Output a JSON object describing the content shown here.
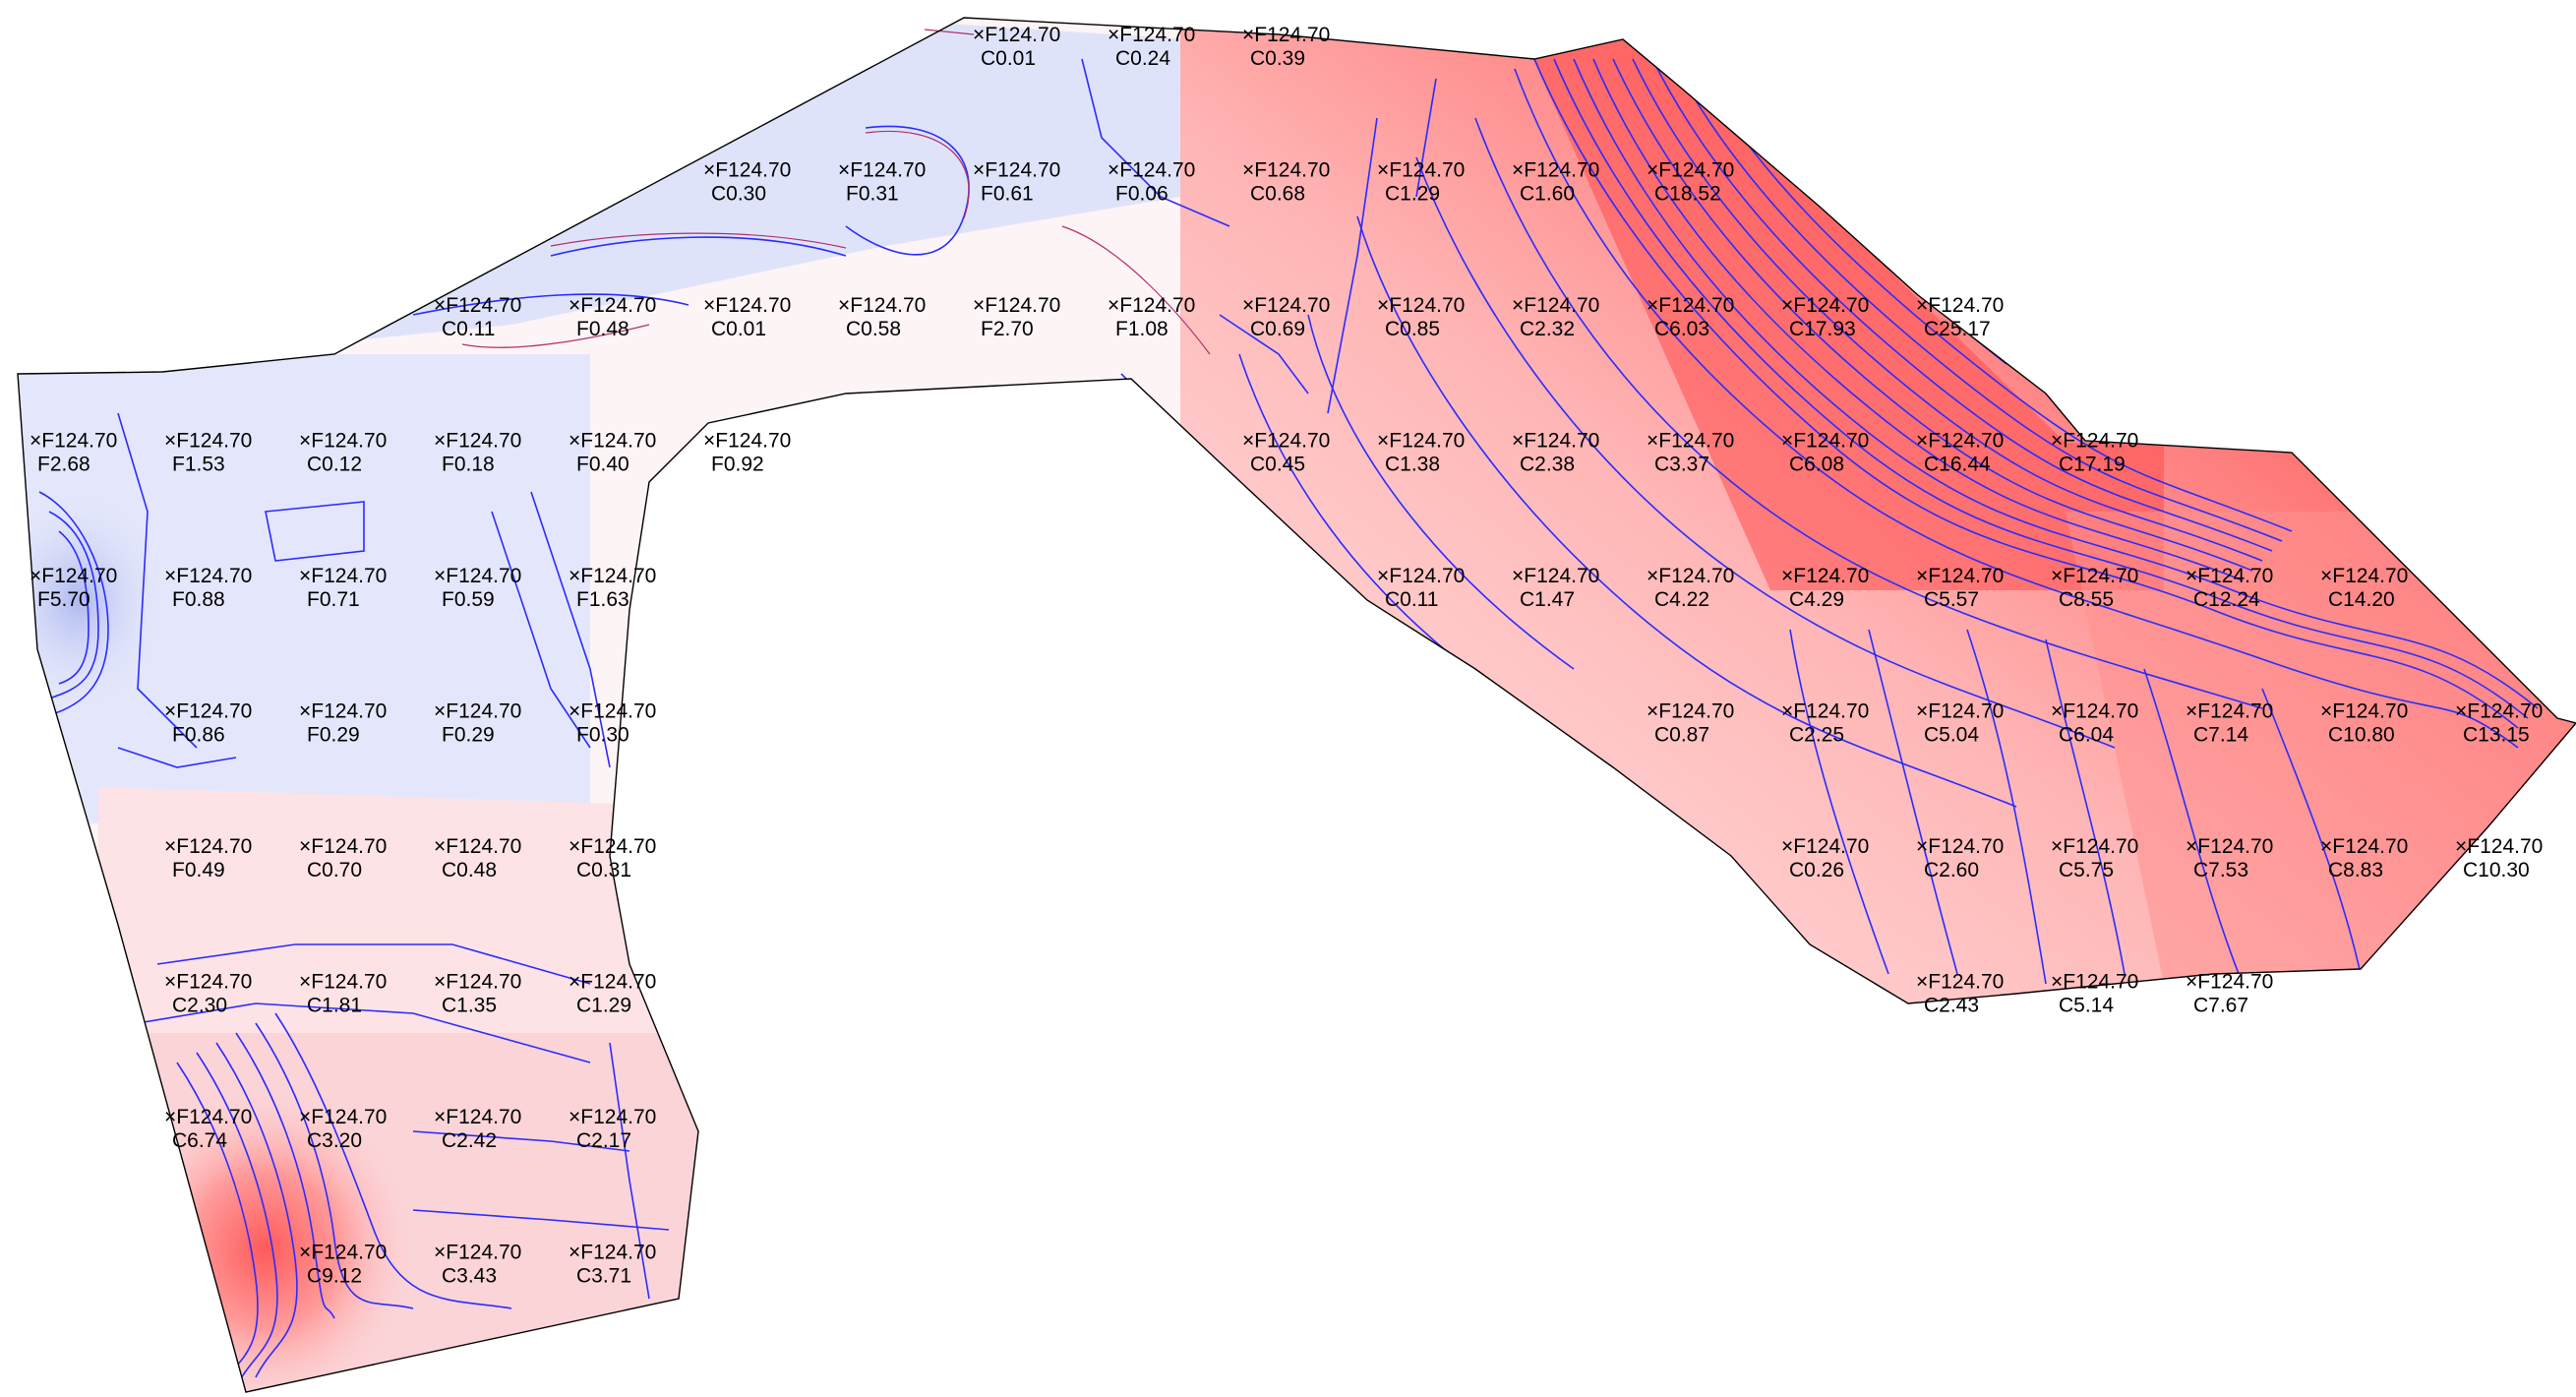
{
  "map": {
    "design_elevation_prefix": "F",
    "colors": {
      "fill_zone": "#dfe3fa",
      "cut_low": "#fff4f4",
      "cut_high": "#ff1a1a",
      "contour": "#2b2bff",
      "boundary": "#000000"
    },
    "grid_points": [
      {
        "id": "r0c7",
        "row": 0,
        "col": 7,
        "top": "×F124.70",
        "bottom": "C0.01",
        "type": "cut",
        "depth": 0.01
      },
      {
        "id": "r0c8",
        "row": 0,
        "col": 8,
        "top": "×F124.70",
        "bottom": "C0.24",
        "type": "cut",
        "depth": 0.24
      },
      {
        "id": "r0c9",
        "row": 0,
        "col": 9,
        "top": "×F124.70",
        "bottom": "C0.39",
        "type": "cut",
        "depth": 0.39
      },
      {
        "id": "r1c5",
        "row": 1,
        "col": 5,
        "top": "×F124.70",
        "bottom": "C0.30",
        "type": "cut",
        "depth": 0.3
      },
      {
        "id": "r1c6",
        "row": 1,
        "col": 6,
        "top": "×F124.70",
        "bottom": "F0.31",
        "type": "fill",
        "depth": 0.31
      },
      {
        "id": "r1c7",
        "row": 1,
        "col": 7,
        "top": "×F124.70",
        "bottom": "F0.61",
        "type": "fill",
        "depth": 0.61
      },
      {
        "id": "r1c8",
        "row": 1,
        "col": 8,
        "top": "×F124.70",
        "bottom": "F0.06",
        "type": "fill",
        "depth": 0.06
      },
      {
        "id": "r1c9",
        "row": 1,
        "col": 9,
        "top": "×F124.70",
        "bottom": "C0.68",
        "type": "cut",
        "depth": 0.68
      },
      {
        "id": "r1c10",
        "row": 1,
        "col": 10,
        "top": "×F124.70",
        "bottom": "C1.29",
        "type": "cut",
        "depth": 1.29
      },
      {
        "id": "r1c11",
        "row": 1,
        "col": 11,
        "top": "×F124.70",
        "bottom": "C1.60",
        "type": "cut",
        "depth": 1.6
      },
      {
        "id": "r1c12",
        "row": 1,
        "col": 12,
        "top": "×F124.70",
        "bottom": "C18.52",
        "type": "cut",
        "depth": 18.52
      },
      {
        "id": "r2c3",
        "row": 2,
        "col": 3,
        "top": "×F124.70",
        "bottom": "C0.11",
        "type": "cut",
        "depth": 0.11
      },
      {
        "id": "r2c4",
        "row": 2,
        "col": 4,
        "top": "×F124.70",
        "bottom": "F0.48",
        "type": "fill",
        "depth": 0.48
      },
      {
        "id": "r2c5",
        "row": 2,
        "col": 5,
        "top": "×F124.70",
        "bottom": "C0.01",
        "type": "cut",
        "depth": 0.01
      },
      {
        "id": "r2c6",
        "row": 2,
        "col": 6,
        "top": "×F124.70",
        "bottom": "C0.58",
        "type": "cut",
        "depth": 0.58
      },
      {
        "id": "r2c7",
        "row": 2,
        "col": 7,
        "top": "×F124.70",
        "bottom": "F2.70",
        "type": "fill",
        "depth": 2.7
      },
      {
        "id": "r2c8",
        "row": 2,
        "col": 8,
        "top": "×F124.70",
        "bottom": "F1.08",
        "type": "fill",
        "depth": 1.08
      },
      {
        "id": "r2c9",
        "row": 2,
        "col": 9,
        "top": "×F124.70",
        "bottom": "C0.69",
        "type": "cut",
        "depth": 0.69
      },
      {
        "id": "r2c10",
        "row": 2,
        "col": 10,
        "top": "×F124.70",
        "bottom": "C0.85",
        "type": "cut",
        "depth": 0.85
      },
      {
        "id": "r2c11",
        "row": 2,
        "col": 11,
        "top": "×F124.70",
        "bottom": "C2.32",
        "type": "cut",
        "depth": 2.32
      },
      {
        "id": "r2c12",
        "row": 2,
        "col": 12,
        "top": "×F124.70",
        "bottom": "C6.03",
        "type": "cut",
        "depth": 6.03
      },
      {
        "id": "r2c13",
        "row": 2,
        "col": 13,
        "top": "×F124.70",
        "bottom": "C17.93",
        "type": "cut",
        "depth": 17.93
      },
      {
        "id": "r2c14",
        "row": 2,
        "col": 14,
        "top": "×F124.70",
        "bottom": "C25.17",
        "type": "cut",
        "depth": 25.17
      },
      {
        "id": "r3c0",
        "row": 3,
        "col": 0,
        "top": "×F124.70",
        "bottom": "F2.68",
        "type": "fill",
        "depth": 2.68
      },
      {
        "id": "r3c1",
        "row": 3,
        "col": 1,
        "top": "×F124.70",
        "bottom": "F1.53",
        "type": "fill",
        "depth": 1.53
      },
      {
        "id": "r3c2",
        "row": 3,
        "col": 2,
        "top": "×F124.70",
        "bottom": "C0.12",
        "type": "cut",
        "depth": 0.12
      },
      {
        "id": "r3c3",
        "row": 3,
        "col": 3,
        "top": "×F124.70",
        "bottom": "F0.18",
        "type": "fill",
        "depth": 0.18
      },
      {
        "id": "r3c4",
        "row": 3,
        "col": 4,
        "top": "×F124.70",
        "bottom": "F0.40",
        "type": "fill",
        "depth": 0.4
      },
      {
        "id": "r3c5",
        "row": 3,
        "col": 5,
        "top": "×F124.70",
        "bottom": "F0.92",
        "type": "fill",
        "depth": 0.92
      },
      {
        "id": "r3c9",
        "row": 3,
        "col": 9,
        "top": "×F124.70",
        "bottom": "C0.45",
        "type": "cut",
        "depth": 0.45
      },
      {
        "id": "r3c10",
        "row": 3,
        "col": 10,
        "top": "×F124.70",
        "bottom": "C1.38",
        "type": "cut",
        "depth": 1.38
      },
      {
        "id": "r3c11",
        "row": 3,
        "col": 11,
        "top": "×F124.70",
        "bottom": "C2.38",
        "type": "cut",
        "depth": 2.38
      },
      {
        "id": "r3c12",
        "row": 3,
        "col": 12,
        "top": "×F124.70",
        "bottom": "C3.37",
        "type": "cut",
        "depth": 3.37
      },
      {
        "id": "r3c13",
        "row": 3,
        "col": 13,
        "top": "×F124.70",
        "bottom": "C6.08",
        "type": "cut",
        "depth": 6.08
      },
      {
        "id": "r3c14",
        "row": 3,
        "col": 14,
        "top": "×F124.70",
        "bottom": "C16.44",
        "type": "cut",
        "depth": 16.44
      },
      {
        "id": "r3c15",
        "row": 3,
        "col": 15,
        "top": "×F124.70",
        "bottom": "C17.19",
        "type": "cut",
        "depth": 17.19
      },
      {
        "id": "r4c0",
        "row": 4,
        "col": 0,
        "top": "×F124.70",
        "bottom": "F5.70",
        "type": "fill",
        "depth": 5.7
      },
      {
        "id": "r4c1",
        "row": 4,
        "col": 1,
        "top": "×F124.70",
        "bottom": "F0.88",
        "type": "fill",
        "depth": 0.88
      },
      {
        "id": "r4c2",
        "row": 4,
        "col": 2,
        "top": "×F124.70",
        "bottom": "F0.71",
        "type": "fill",
        "depth": 0.71
      },
      {
        "id": "r4c3",
        "row": 4,
        "col": 3,
        "top": "×F124.70",
        "bottom": "F0.59",
        "type": "fill",
        "depth": 0.59
      },
      {
        "id": "r4c4",
        "row": 4,
        "col": 4,
        "top": "×F124.70",
        "bottom": "F1.63",
        "type": "fill",
        "depth": 1.63
      },
      {
        "id": "r4c10",
        "row": 4,
        "col": 10,
        "top": "×F124.70",
        "bottom": "C0.11",
        "type": "cut",
        "depth": 0.11
      },
      {
        "id": "r4c11",
        "row": 4,
        "col": 11,
        "top": "×F124.70",
        "bottom": "C1.47",
        "type": "cut",
        "depth": 1.47
      },
      {
        "id": "r4c12",
        "row": 4,
        "col": 12,
        "top": "×F124.70",
        "bottom": "C4.22",
        "type": "cut",
        "depth": 4.22
      },
      {
        "id": "r4c13",
        "row": 4,
        "col": 13,
        "top": "×F124.70",
        "bottom": "C4.29",
        "type": "cut",
        "depth": 4.29
      },
      {
        "id": "r4c14",
        "row": 4,
        "col": 14,
        "top": "×F124.70",
        "bottom": "C5.57",
        "type": "cut",
        "depth": 5.57
      },
      {
        "id": "r4c15",
        "row": 4,
        "col": 15,
        "top": "×F124.70",
        "bottom": "C8.55",
        "type": "cut",
        "depth": 8.55
      },
      {
        "id": "r4c16",
        "row": 4,
        "col": 16,
        "top": "×F124.70",
        "bottom": "C12.24",
        "type": "cut",
        "depth": 12.24
      },
      {
        "id": "r4c17",
        "row": 4,
        "col": 17,
        "top": "×F124.70",
        "bottom": "C14.20",
        "type": "cut",
        "depth": 14.2
      },
      {
        "id": "r5c1",
        "row": 5,
        "col": 1,
        "top": "×F124.70",
        "bottom": "F0.86",
        "type": "fill",
        "depth": 0.86
      },
      {
        "id": "r5c2",
        "row": 5,
        "col": 2,
        "top": "×F124.70",
        "bottom": "F0.29",
        "type": "fill",
        "depth": 0.29
      },
      {
        "id": "r5c3",
        "row": 5,
        "col": 3,
        "top": "×F124.70",
        "bottom": "F0.29",
        "type": "fill",
        "depth": 0.29
      },
      {
        "id": "r5c4",
        "row": 5,
        "col": 4,
        "top": "×F124.70",
        "bottom": "F0.30",
        "type": "fill",
        "depth": 0.3
      },
      {
        "id": "r5c12",
        "row": 5,
        "col": 12,
        "top": "×F124.70",
        "bottom": "C0.87",
        "type": "cut",
        "depth": 0.87
      },
      {
        "id": "r5c13",
        "row": 5,
        "col": 13,
        "top": "×F124.70",
        "bottom": "C2.25",
        "type": "cut",
        "depth": 2.25
      },
      {
        "id": "r5c14",
        "row": 5,
        "col": 14,
        "top": "×F124.70",
        "bottom": "C5.04",
        "type": "cut",
        "depth": 5.04
      },
      {
        "id": "r5c15",
        "row": 5,
        "col": 15,
        "top": "×F124.70",
        "bottom": "C6.04",
        "type": "cut",
        "depth": 6.04
      },
      {
        "id": "r5c16",
        "row": 5,
        "col": 16,
        "top": "×F124.70",
        "bottom": "C7.14",
        "type": "cut",
        "depth": 7.14
      },
      {
        "id": "r5c17",
        "row": 5,
        "col": 17,
        "top": "×F124.70",
        "bottom": "C10.80",
        "type": "cut",
        "depth": 10.8
      },
      {
        "id": "r5c18",
        "row": 5,
        "col": 18,
        "top": "×F124.70",
        "bottom": "C13.15",
        "type": "cut",
        "depth": 13.15
      },
      {
        "id": "r6c1",
        "row": 6,
        "col": 1,
        "top": "×F124.70",
        "bottom": "F0.49",
        "type": "fill",
        "depth": 0.49
      },
      {
        "id": "r6c2",
        "row": 6,
        "col": 2,
        "top": "×F124.70",
        "bottom": "C0.70",
        "type": "cut",
        "depth": 0.7
      },
      {
        "id": "r6c3",
        "row": 6,
        "col": 3,
        "top": "×F124.70",
        "bottom": "C0.48",
        "type": "cut",
        "depth": 0.48
      },
      {
        "id": "r6c4",
        "row": 6,
        "col": 4,
        "top": "×F124.70",
        "bottom": "C0.31",
        "type": "cut",
        "depth": 0.31
      },
      {
        "id": "r6c13",
        "row": 6,
        "col": 13,
        "top": "×F124.70",
        "bottom": "C0.26",
        "type": "cut",
        "depth": 0.26
      },
      {
        "id": "r6c14",
        "row": 6,
        "col": 14,
        "top": "×F124.70",
        "bottom": "C2.60",
        "type": "cut",
        "depth": 2.6
      },
      {
        "id": "r6c15",
        "row": 6,
        "col": 15,
        "top": "×F124.70",
        "bottom": "C5.75",
        "type": "cut",
        "depth": 5.75
      },
      {
        "id": "r6c16",
        "row": 6,
        "col": 16,
        "top": "×F124.70",
        "bottom": "C7.53",
        "type": "cut",
        "depth": 7.53
      },
      {
        "id": "r6c17",
        "row": 6,
        "col": 17,
        "top": "×F124.70",
        "bottom": "C8.83",
        "type": "cut",
        "depth": 8.83
      },
      {
        "id": "r6c18",
        "row": 6,
        "col": 18,
        "top": "×F124.70",
        "bottom": "C10.30",
        "type": "cut",
        "depth": 10.3
      },
      {
        "id": "r7c1",
        "row": 7,
        "col": 1,
        "top": "×F124.70",
        "bottom": "C2.30",
        "type": "cut",
        "depth": 2.3
      },
      {
        "id": "r7c2",
        "row": 7,
        "col": 2,
        "top": "×F124.70",
        "bottom": "C1.81",
        "type": "cut",
        "depth": 1.81
      },
      {
        "id": "r7c3",
        "row": 7,
        "col": 3,
        "top": "×F124.70",
        "bottom": "C1.35",
        "type": "cut",
        "depth": 1.35
      },
      {
        "id": "r7c4",
        "row": 7,
        "col": 4,
        "top": "×F124.70",
        "bottom": "C1.29",
        "type": "cut",
        "depth": 1.29
      },
      {
        "id": "r7c14",
        "row": 7,
        "col": 14,
        "top": "×F124.70",
        "bottom": "C2.43",
        "type": "cut",
        "depth": 2.43
      },
      {
        "id": "r7c15",
        "row": 7,
        "col": 15,
        "top": "×F124.70",
        "bottom": "C5.14",
        "type": "cut",
        "depth": 5.14
      },
      {
        "id": "r7c16",
        "row": 7,
        "col": 16,
        "top": "×F124.70",
        "bottom": "C7.67",
        "type": "cut",
        "depth": 7.67
      },
      {
        "id": "r8c1",
        "row": 8,
        "col": 1,
        "top": "×F124.70",
        "bottom": "C6.74",
        "type": "cut",
        "depth": 6.74
      },
      {
        "id": "r8c2",
        "row": 8,
        "col": 2,
        "top": "×F124.70",
        "bottom": "C3.20",
        "type": "cut",
        "depth": 3.2
      },
      {
        "id": "r8c3",
        "row": 8,
        "col": 3,
        "top": "×F124.70",
        "bottom": "C2.42",
        "type": "cut",
        "depth": 2.42
      },
      {
        "id": "r8c4",
        "row": 8,
        "col": 4,
        "top": "×F124.70",
        "bottom": "C2.17",
        "type": "cut",
        "depth": 2.17
      },
      {
        "id": "r9c2",
        "row": 9,
        "col": 2,
        "top": "×F124.70",
        "bottom": "C9.12",
        "type": "cut",
        "depth": 9.12
      },
      {
        "id": "r9c3",
        "row": 9,
        "col": 3,
        "top": "×F124.70",
        "bottom": "C3.43",
        "type": "cut",
        "depth": 3.43
      },
      {
        "id": "r9c4",
        "row": 9,
        "col": 4,
        "top": "×F124.70",
        "bottom": "C3.71",
        "type": "cut",
        "depth": 3.71
      }
    ]
  }
}
